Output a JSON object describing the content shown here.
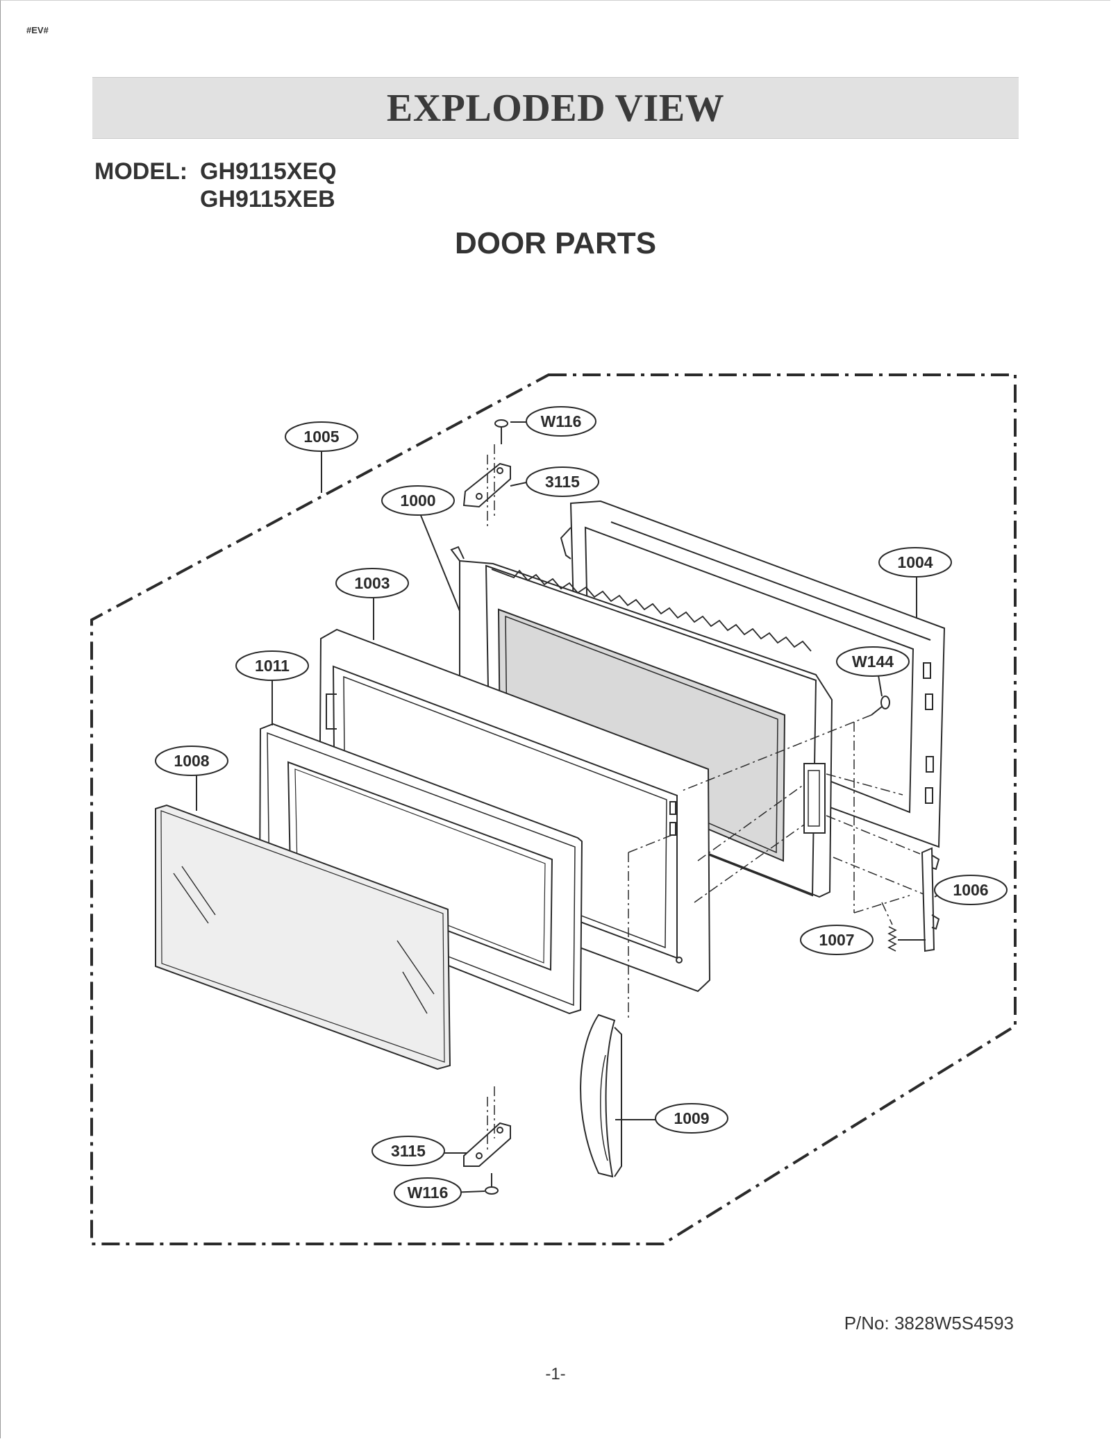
{
  "header": {
    "code": "#EV#",
    "title": "EXPLODED VIEW",
    "model_label": "MODEL:",
    "models": [
      "GH9115XEQ",
      "GH9115XEB"
    ],
    "section": "DOOR PARTS"
  },
  "callouts": {
    "c1005": "1005",
    "cW116_top": "W116",
    "c3115_top": "3115",
    "c1000": "1000",
    "c1004": "1004",
    "c1003": "1003",
    "cW144": "W144",
    "c1011": "1011",
    "c1008": "1008",
    "c1006": "1006",
    "c1007": "1007",
    "c1009": "1009",
    "c3115_bottom": "3115",
    "cW116_bottom": "W116"
  },
  "footer": {
    "part_number": "P/No: 3828W5S4593",
    "page": "-1-"
  }
}
